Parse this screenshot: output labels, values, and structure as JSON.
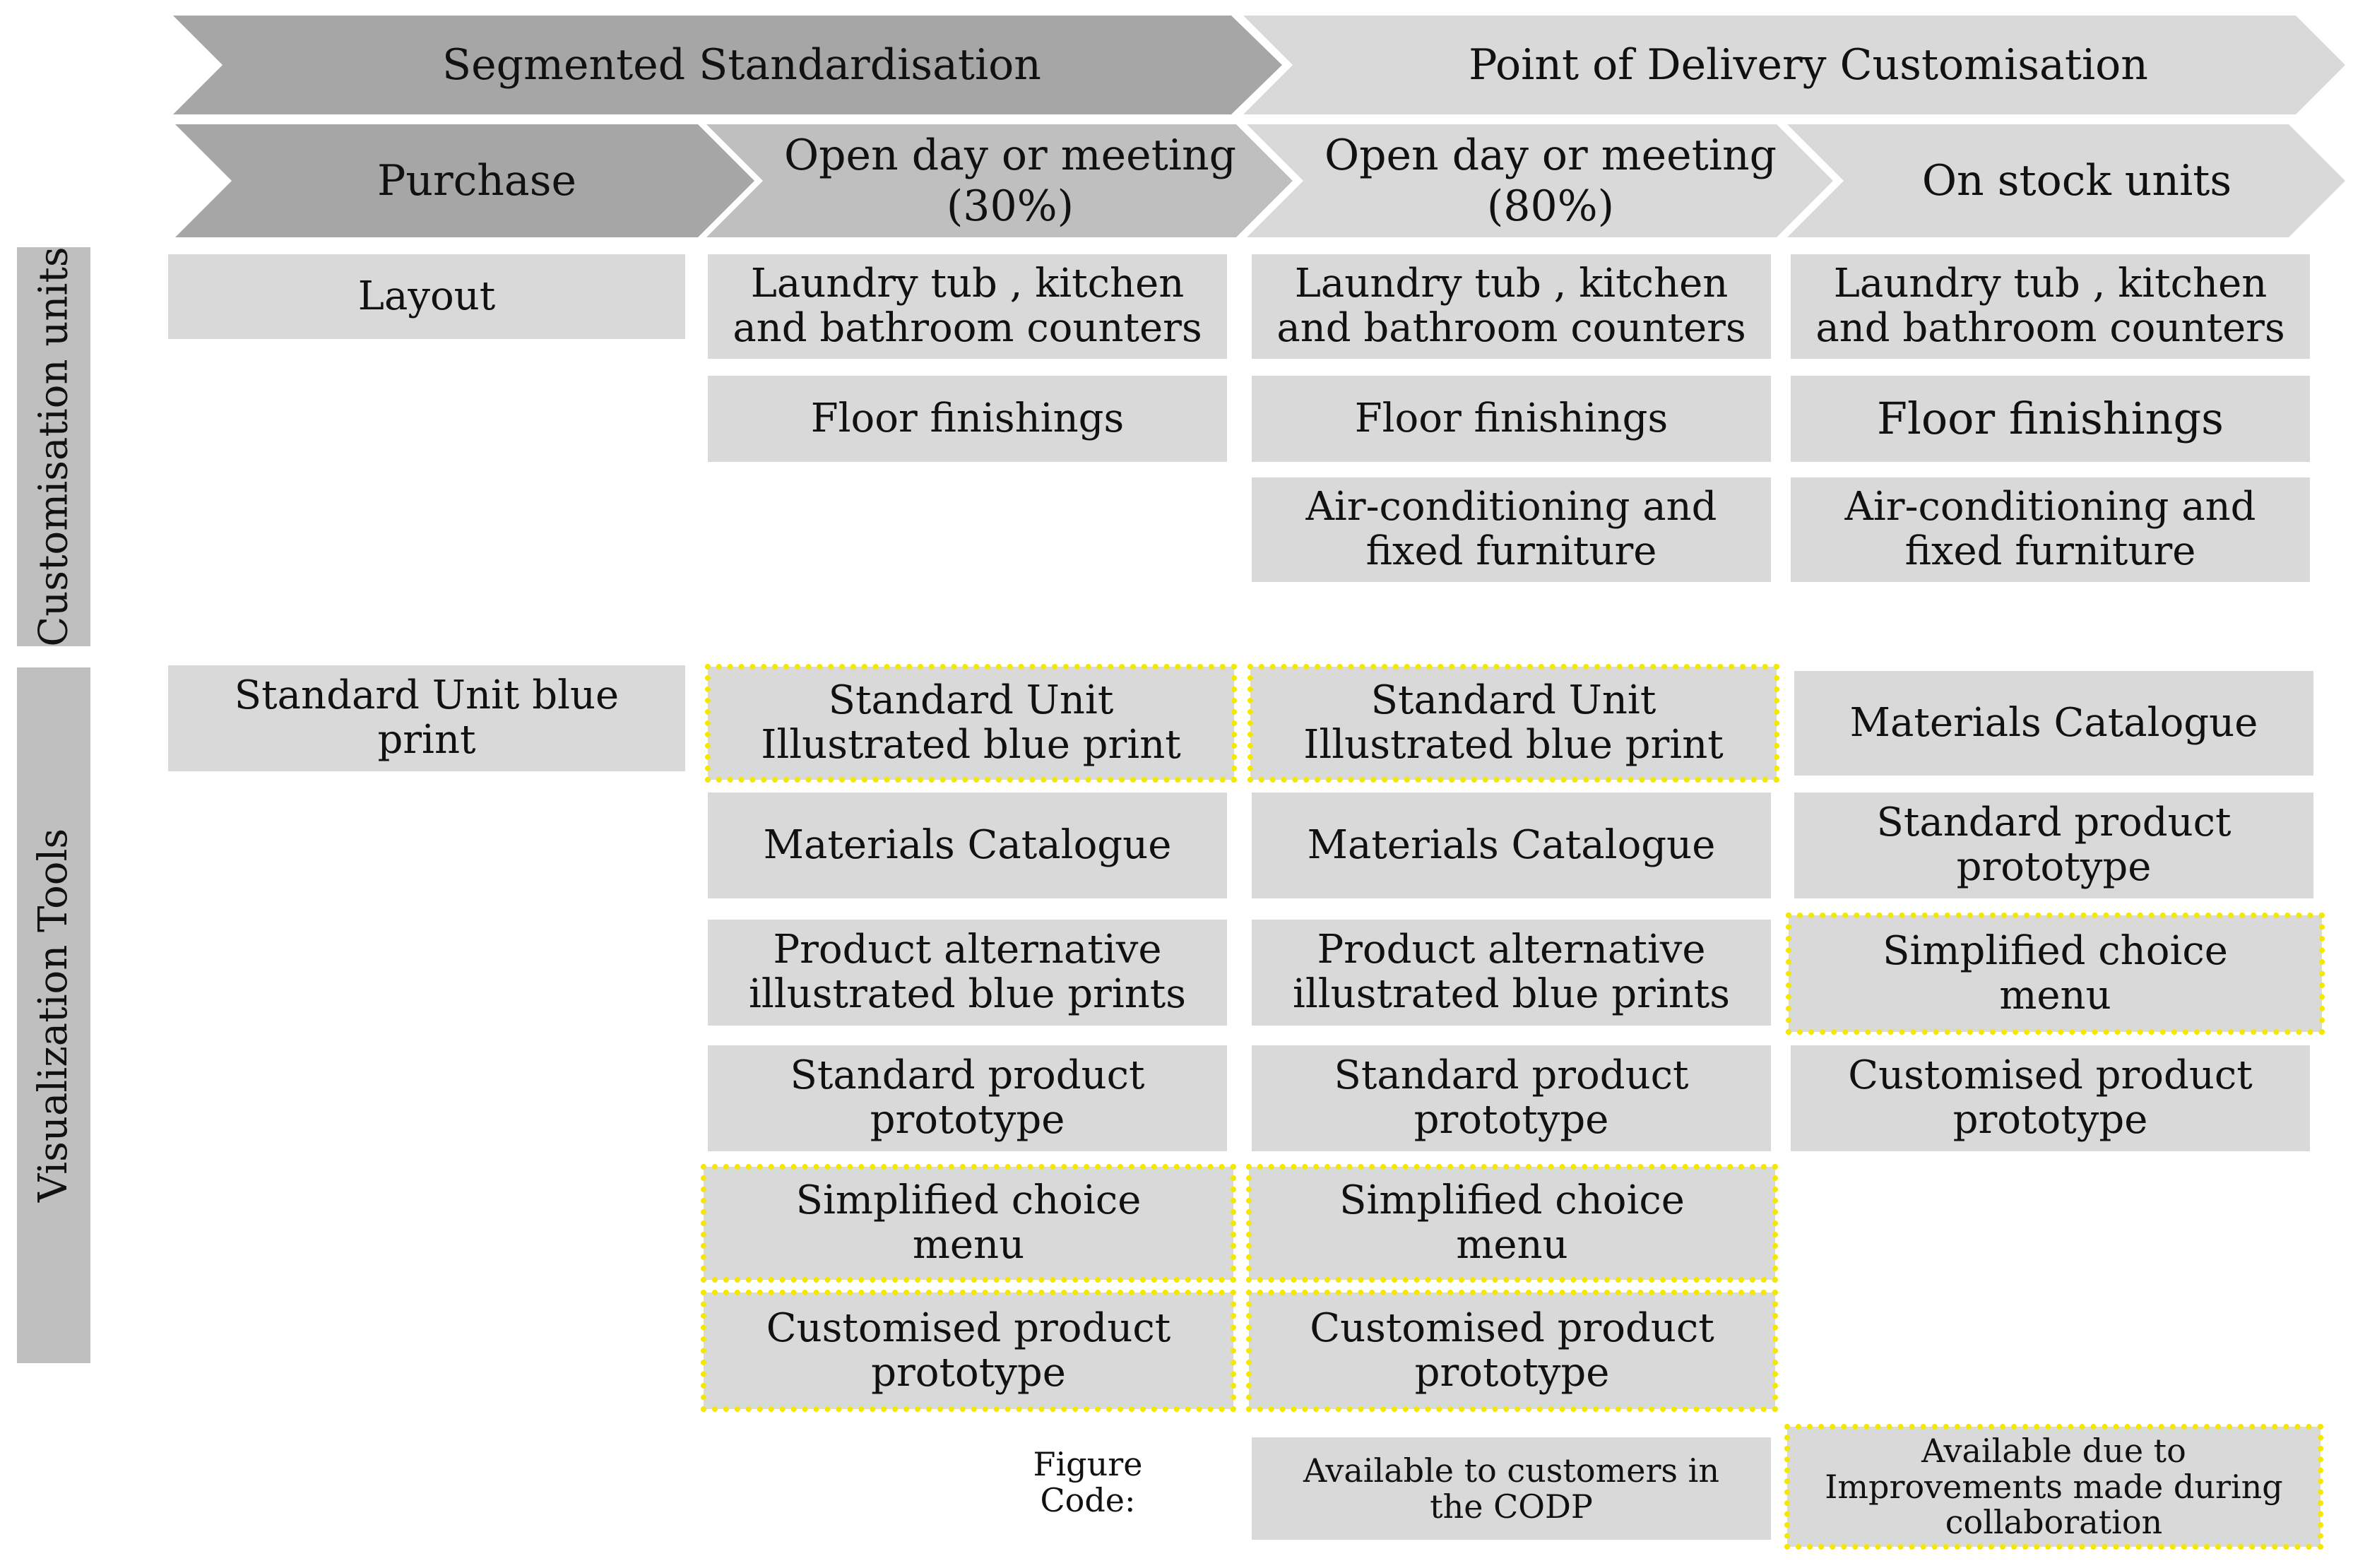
{
  "phase_arrows": [
    {
      "label": "Segmented Standardisation",
      "fill": "#a6a6a6"
    },
    {
      "label": "Point of Delivery Customisation",
      "fill": "#d9d9d9"
    }
  ],
  "stage_arrows": [
    {
      "label": "Purchase",
      "fill": "#a6a6a6"
    },
    {
      "label": "Open day or meeting\n(30%)",
      "fill": "#bfbfbf"
    },
    {
      "label": "Open day or meeting\n(80%)",
      "fill": "#d9d9d9"
    },
    {
      "label": "On stock units",
      "fill": "#d9d9d9"
    }
  ],
  "row_labels": {
    "customisation_units": "Customisation units",
    "visualization_tools": "Visualization Tools"
  },
  "customisation_units": [
    [
      "Layout"
    ],
    [
      "Laundry tub , kitchen\nand bathroom counters",
      "Floor finishings"
    ],
    [
      "Laundry tub , kitchen\nand bathroom counters",
      "Floor finishings",
      "Air-conditioning and\nfixed furniture"
    ],
    [
      "Laundry tub , kitchen\nand bathroom counters",
      "Floor finishings",
      "Air-conditioning and\nfixed furniture"
    ]
  ],
  "visualization_tools": [
    [
      {
        "label": "Standard Unit blue\nprint",
        "highlight": false
      }
    ],
    [
      {
        "label": "Standard Unit\nIllustrated blue print",
        "highlight": true
      },
      {
        "label": "Materials Catalogue",
        "highlight": false
      },
      {
        "label": "Product alternative\nillustrated blue prints",
        "highlight": false
      },
      {
        "label": "Standard product\nprototype",
        "highlight": false
      },
      {
        "label": "Simplified choice\nmenu",
        "highlight": true
      },
      {
        "label": "Customised product\nprototype",
        "highlight": true
      }
    ],
    [
      {
        "label": "Standard Unit\nIllustrated blue print",
        "highlight": true
      },
      {
        "label": "Materials Catalogue",
        "highlight": false
      },
      {
        "label": "Product alternative\nillustrated blue prints",
        "highlight": false
      },
      {
        "label": "Standard product\nprototype",
        "highlight": false
      },
      {
        "label": "Simplified choice\nmenu",
        "highlight": true
      },
      {
        "label": "Customised product\nprototype",
        "highlight": true
      }
    ],
    [
      {
        "label": "Materials Catalogue",
        "highlight": false
      },
      {
        "label": "Standard product\nprototype",
        "highlight": false
      },
      {
        "label": "Simplified choice\nmenu",
        "highlight": true
      },
      {
        "label": "Customised product\nprototype",
        "highlight": false
      }
    ]
  ],
  "legend": {
    "title": "Figure\nCode:",
    "items": [
      {
        "label": "Available to customers in\nthe CODP",
        "highlight": false
      },
      {
        "label": "Available due to\nImprovements made during\ncollaboration",
        "highlight": true
      }
    ]
  },
  "colors": {
    "box_fill": "#d9d9d9",
    "highlight_border": "#f5e800",
    "row_label_fill": "#bfbfbf"
  }
}
